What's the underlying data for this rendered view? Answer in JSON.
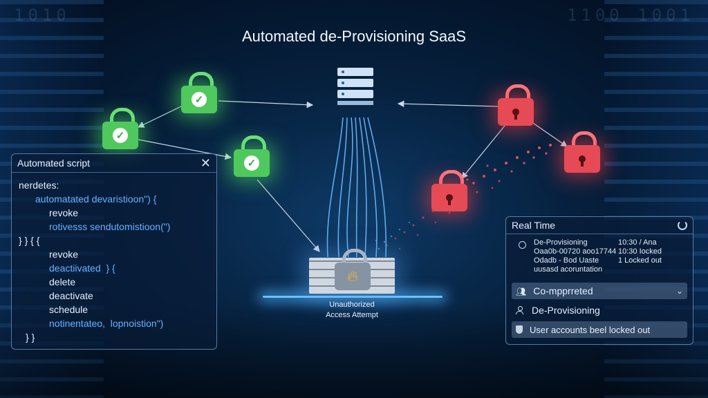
{
  "title": "Automated de-Provisioning SaaS",
  "background": {
    "binary_left": "1010",
    "binary_right": "1100 1001"
  },
  "script_panel": {
    "title": "Automated script",
    "lines": [
      "nerdetes:",
      "automatated devaristioon\") {",
      "revoke",
      "rotivesss sendutomistioon(\")",
      "} } { {",
      "revoke",
      "deactiivated  } {",
      "delete",
      "deactivate",
      "schedule",
      "notinentateo,  lopnoistion\")",
      "} }"
    ]
  },
  "firewall": {
    "caption_line1": "Unauthorized",
    "caption_line2": "Access Attempt"
  },
  "realtime_panel": {
    "title": "Real Time",
    "log": {
      "left": [
        "De-Provisioning",
        "Oaa0b-00720  aoo17744",
        "Odadb - Bod  Uaste",
        "uusasd  acoruntation"
      ],
      "right": [
        "10:30 / Ana",
        "10:30 Iocked",
        "1 Locked out"
      ]
    },
    "row_completed": "Co-mpprreted",
    "row_deprov": "De-Provisioning",
    "row_locked": "User accounts beel locked out"
  },
  "icons": {
    "green_lock": "lock-check-icon",
    "red_lock": "lock-keyhole-icon",
    "server": "server-icon",
    "firewall": "firewall-icon",
    "flame": "flame-icon"
  },
  "colors": {
    "green": "#4fc85d",
    "red": "#e64a55",
    "accent": "#6cc3ff"
  }
}
